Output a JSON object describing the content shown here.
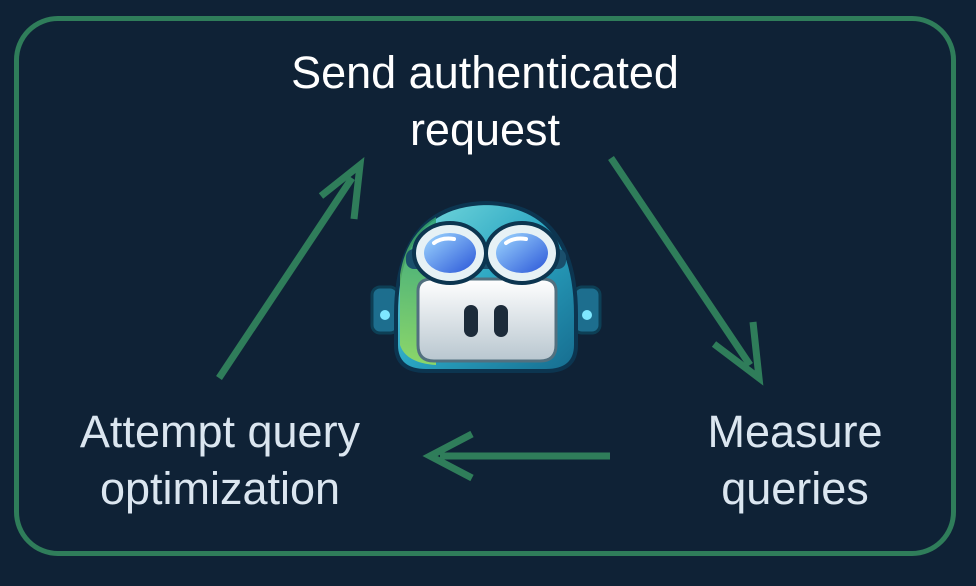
{
  "diagram": {
    "nodes": {
      "top": {
        "line1": "Send authenticated",
        "line2": "request"
      },
      "right": {
        "line1": "Measure",
        "line2": "queries"
      },
      "left": {
        "line1": "Attempt query",
        "line2": "optimization"
      }
    },
    "colors": {
      "background": "#0f2236",
      "frame": "#2f7d5a",
      "arrow": "#2f7d5a",
      "text": "#dbe6f0"
    },
    "mascot_icon": "copilot-mascot-icon"
  }
}
